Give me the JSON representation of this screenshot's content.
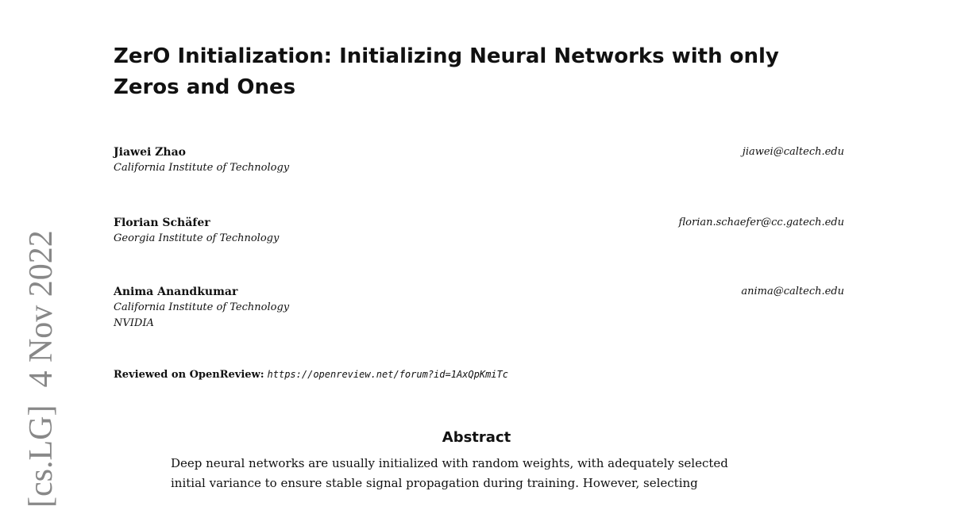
{
  "stamp": {
    "category": "[cs.LG]",
    "date": "4 Nov 2022"
  },
  "title": {
    "line1": "ZerO Initialization: Initializing Neural Networks with only",
    "line2": "Zeros and Ones"
  },
  "authors": [
    {
      "name": "Jiawei Zhao",
      "affiliations": [
        "California Institute of Technology"
      ],
      "email": "jiawei@caltech.edu"
    },
    {
      "name": "Florian Schäfer",
      "affiliations": [
        "Georgia Institute of Technology"
      ],
      "email": "florian.schaefer@cc.gatech.edu"
    },
    {
      "name": "Anima Anandkumar",
      "affiliations": [
        "California Institute of Technology",
        "NVIDIA"
      ],
      "email": "anima@caltech.edu"
    }
  ],
  "review": {
    "label": "Reviewed on OpenReview:",
    "url": "https://openreview.net/forum?id=1AxQpKmiTc"
  },
  "abstract": {
    "heading": "Abstract",
    "lines": [
      "Deep neural networks are usually initialized with random weights, with adequately selected",
      "initial variance to ensure stable signal propagation during training.  However, selecting"
    ]
  }
}
